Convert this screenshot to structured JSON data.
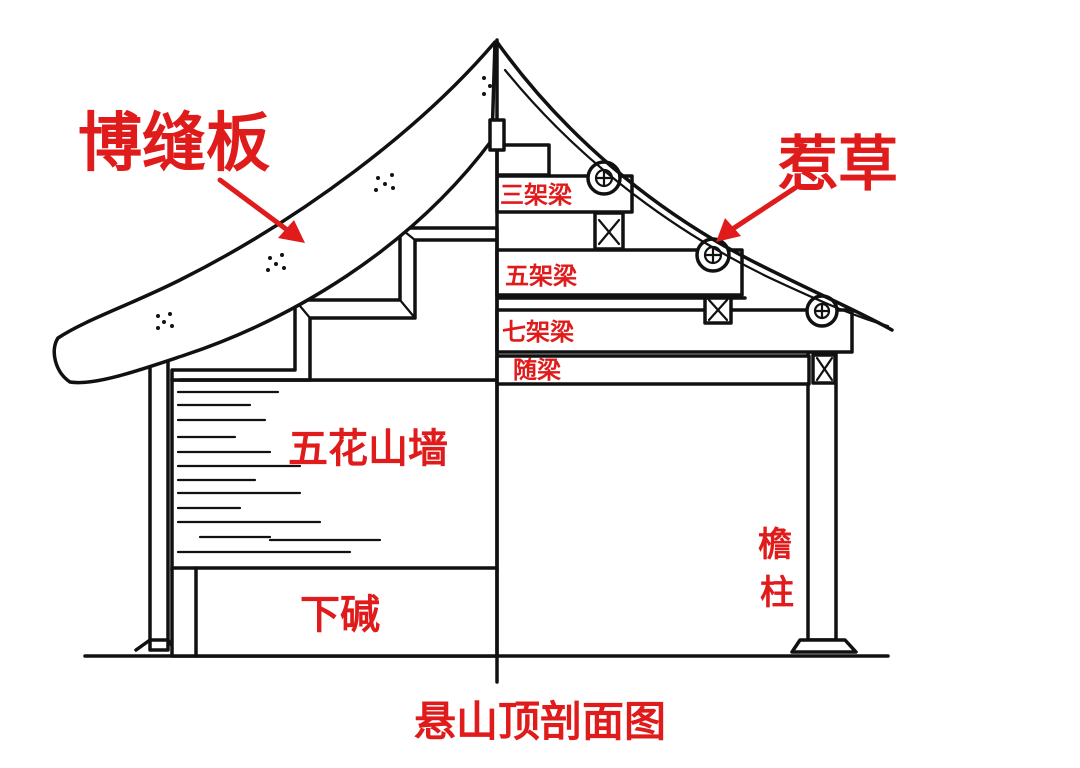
{
  "title": "悬山顶剖面图",
  "labels": {
    "bofengban": "博缝板",
    "recao": "惹草",
    "sanjialiang": "三架梁",
    "wujialiang": "五架梁",
    "qijialiang": "七架梁",
    "suiliang": "随梁",
    "wuhuashanqiang": "五花山墙",
    "xiajian": "下碱",
    "yanzhu_1": "檐",
    "yanzhu_2": "柱"
  },
  "colors": {
    "label_red": "#e01b1b",
    "ink": "#111111",
    "background": "#ffffff"
  }
}
